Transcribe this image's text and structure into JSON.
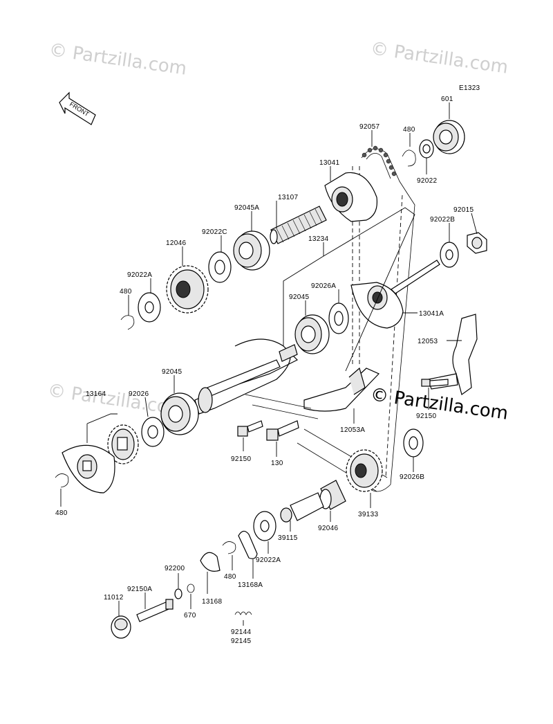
{
  "diagram_code": "E1323",
  "front_label": "FRONT",
  "watermarks": [
    "© Partzilla.com",
    "© Partzilla.com",
    "© Partzilla.com",
    "© Partzilla.com"
  ],
  "parts": {
    "p601": "601",
    "p480_top": "480",
    "p92057": "92057",
    "p92022": "92022",
    "p13041": "13041",
    "p13107": "13107",
    "p92045A": "92045A",
    "p92015": "92015",
    "p92022B": "92022B",
    "p92022C": "92022C",
    "p12046": "12046",
    "p13234": "13234",
    "p92022A_top": "92022A",
    "p480_left": "480",
    "p92026A": "92026A",
    "p92045_mid": "92045",
    "p13041A": "13041A",
    "p12053": "12053",
    "p92045_left": "92045",
    "p13164": "13164",
    "p92026": "92026",
    "p92150_right": "92150",
    "p12053A": "12053A",
    "p92150": "92150",
    "p130": "130",
    "p92026B": "92026B",
    "p480_bottom": "480",
    "p39133": "39133",
    "p92046": "92046",
    "p39115": "39115",
    "p92022A_bottom": "92022A",
    "p480_lower": "480",
    "p13168A": "13168A",
    "p92200": "92200",
    "p13168": "13168",
    "p92150A": "92150A",
    "p670": "670",
    "p11012": "11012",
    "p92144": "92144",
    "p92145": "92145"
  }
}
